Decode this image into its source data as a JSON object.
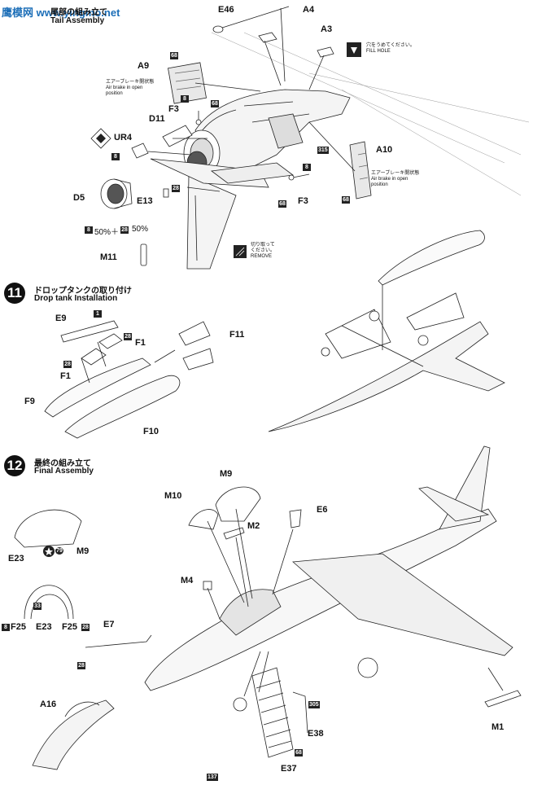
{
  "watermark": "鹰模网 www.yingmo.net",
  "step10": {
    "title_jp": "尾部の組み立て",
    "title_en": "Tail Assembly"
  },
  "step11": {
    "number": "11",
    "title_jp": "ドロップタンクの取り付け",
    "title_en": "Drop tank  Installation"
  },
  "step12": {
    "number": "12",
    "title_jp": "最終の組み立て",
    "title_en": "Final Assembly"
  },
  "notes": {
    "fill_hole": "穴をうめてください。\nFILL HOLE",
    "air_brake_left": "エアーブレーキ開状態\nAir brake in open\nposition",
    "air_brake_right": "エアーブレーキ開状態\nAir brake in open\nposition",
    "remove": "切り取って\nください。\nREMOVE",
    "ratio": "50%＋",
    "ratio_end": "50%"
  },
  "parts": {
    "e46": "E46",
    "a4": "A4",
    "a3": "A3",
    "a9": "A9",
    "f3_top": "F3",
    "d11": "D11",
    "ur4": "UR4",
    "a10": "A10",
    "d5": "D5",
    "e13": "E13",
    "f3_mid": "F3",
    "m11": "M11",
    "e9": "E9",
    "f1_a": "F1",
    "f1_b": "F1",
    "f11": "F11",
    "f9": "F9",
    "f10": "F10",
    "m9_top": "M9",
    "m10": "M10",
    "e6": "E6",
    "m2": "M2",
    "m9_left": "M9",
    "e23_a": "E23",
    "m4": "M4",
    "f25_a": "F25",
    "e23_b": "E23",
    "f25_b": "F25",
    "e7": "E7",
    "a16": "A16",
    "e38": "E38",
    "e37": "E37",
    "m1": "M1"
  },
  "colors": {
    "c68_a": "68",
    "c68_b": "68",
    "c68_c": "68",
    "c68_d": "68",
    "c68_e": "68",
    "c8_a": "8",
    "c8_b": "8",
    "c8_c": "8",
    "c8_d": "8",
    "c8_e": "8",
    "c315": "315",
    "c28_a": "28",
    "c28_b": "28",
    "c28_c": "28",
    "c28_d": "28",
    "c28_e": "28",
    "c1": "1",
    "c33": "33",
    "c79": "79",
    "c305": "305",
    "c137": "137"
  }
}
